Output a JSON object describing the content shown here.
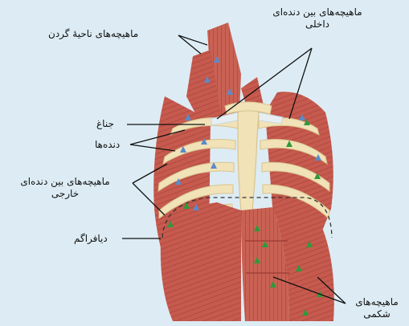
{
  "labels": {
    "neck_muscles": "ماهیچه‌های ناحیهٔ گردن",
    "internal_intercostal_line1": "ماهیچه‌های بین دنده‌ای",
    "internal_intercostal_line2": "داخلی",
    "sternum": "جناغ",
    "ribs": "دنده‌ها",
    "external_intercostal_line1": "ماهیچه‌های بین دنده‌ای",
    "external_intercostal_line2": "خارجی",
    "diaphragm": "دیافراگم",
    "abdominal_line1": "ماهیچه‌های",
    "abdominal_line2": "شکمی"
  },
  "colors": {
    "background": "#ddecf4",
    "muscle": "#c65a4e",
    "muscle_dark": "#9c3a32",
    "bone": "#f1e2b8",
    "bone_shadow": "#d8c48e",
    "cartilage": "#e6eef2",
    "arrow_blue": "#5b8ac8",
    "arrow_green": "#2e9a3a",
    "leader_line": "#111111"
  }
}
